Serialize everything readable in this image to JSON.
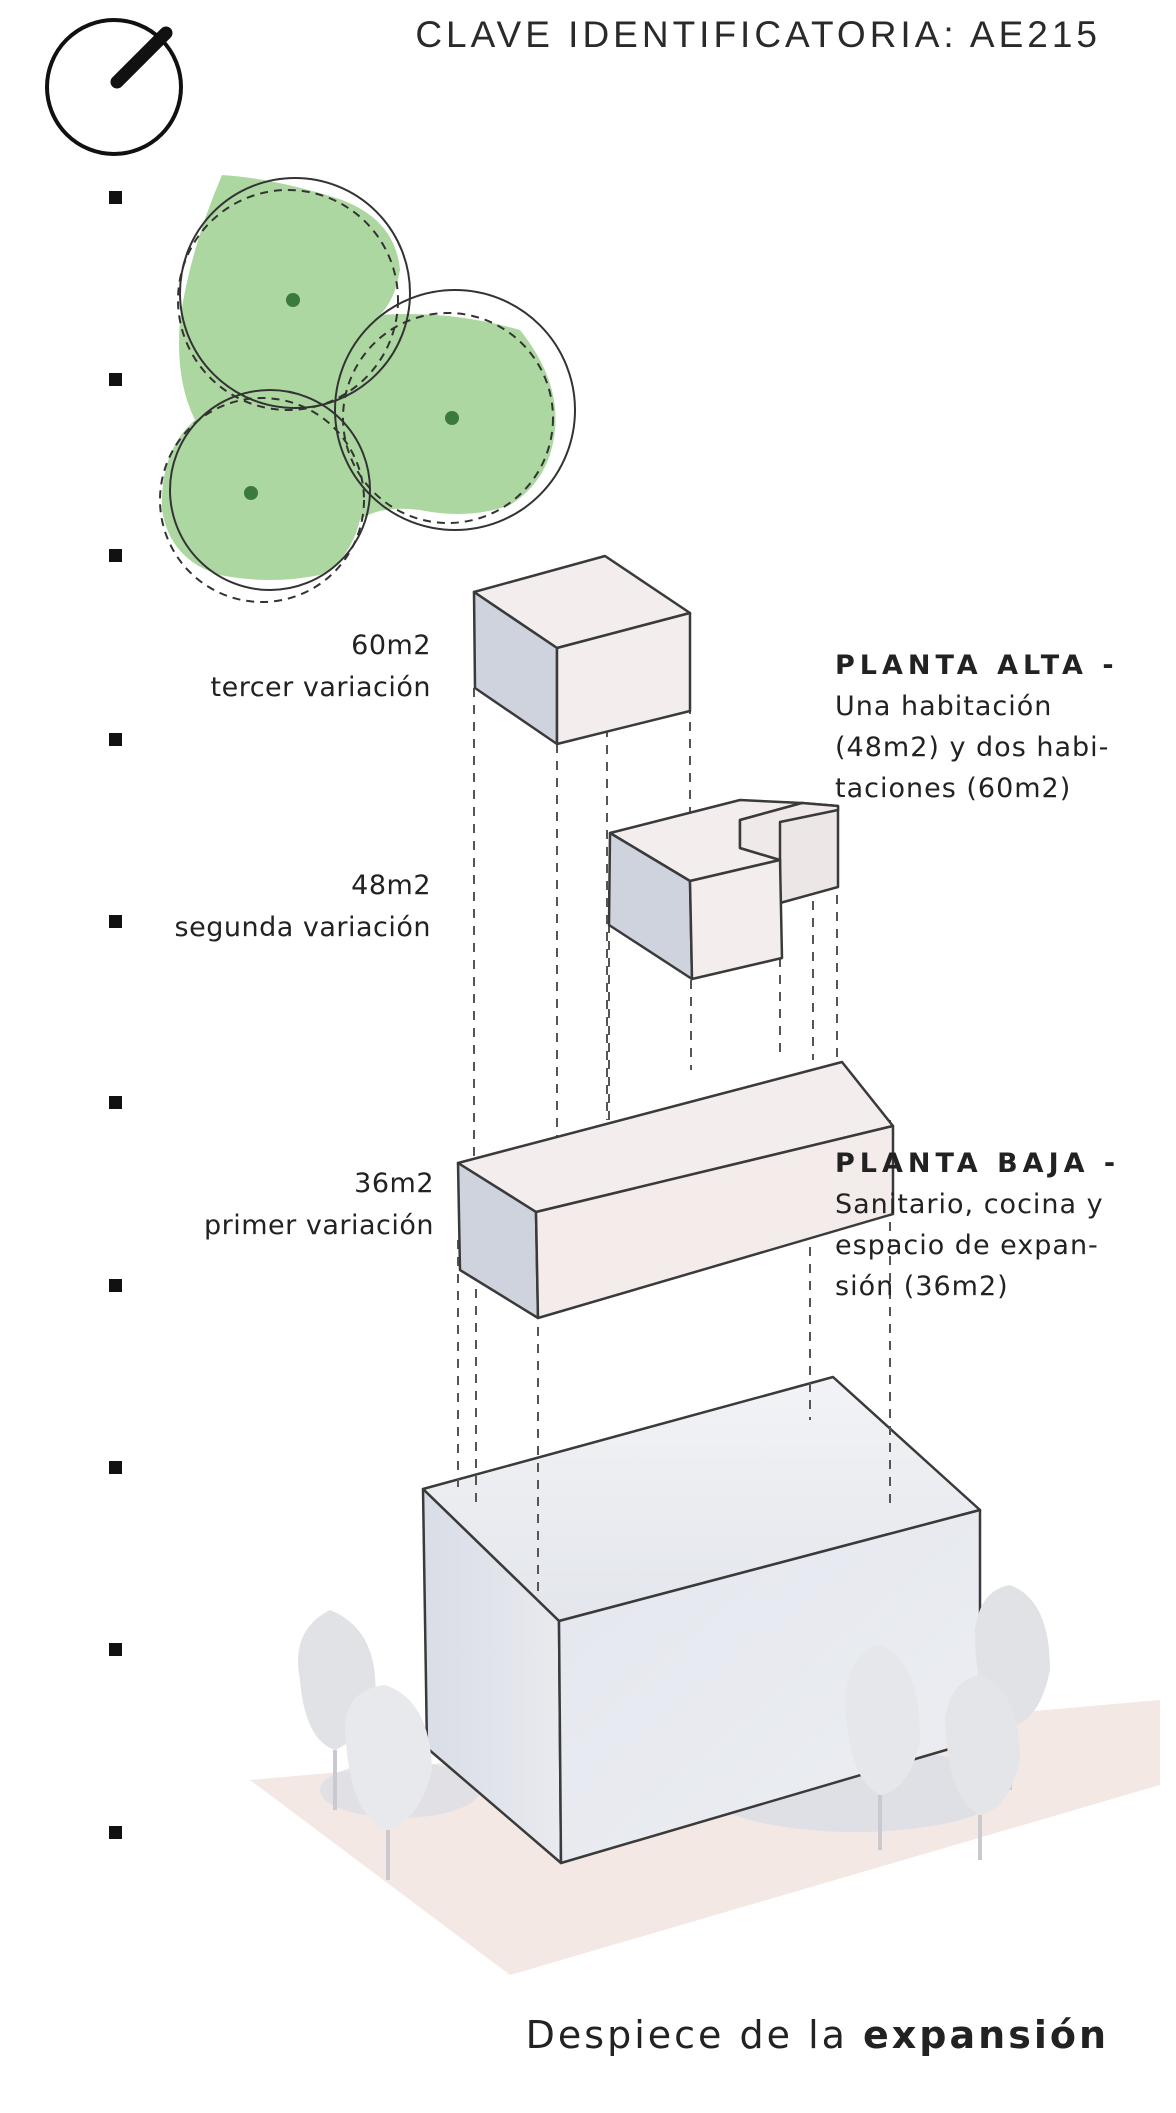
{
  "header": {
    "title": "CLAVE IDENTIFICATORIA: AE215"
  },
  "variations": [
    {
      "area": "60m2",
      "label": "tercer variación"
    },
    {
      "area": "48m2",
      "label": "segunda variación"
    },
    {
      "area": "36m2",
      "label": "primer variación"
    }
  ],
  "floors": {
    "upper": {
      "heading": "PLANTA ALTA -",
      "lines": [
        "Una habitación",
        "(48m2) y dos habi-",
        "taciones (60m2)"
      ]
    },
    "ground": {
      "heading": "PLANTA BAJA -",
      "lines": [
        "Sanitario, cocina y",
        "espacio de expan-",
        "sión (36m2)"
      ]
    }
  },
  "caption": {
    "prefix": "Despiece de la ",
    "emphasis": "expansión"
  },
  "colors": {
    "tree_green": "#9fd08f",
    "box_face": "#f3eded",
    "box_side": "#cfd3de",
    "base_face": "#dfe3ea",
    "ground": "#f2e6e2"
  },
  "icons": [
    "north-compass-icon",
    "tree-canopy-icon",
    "bullet-icon"
  ]
}
